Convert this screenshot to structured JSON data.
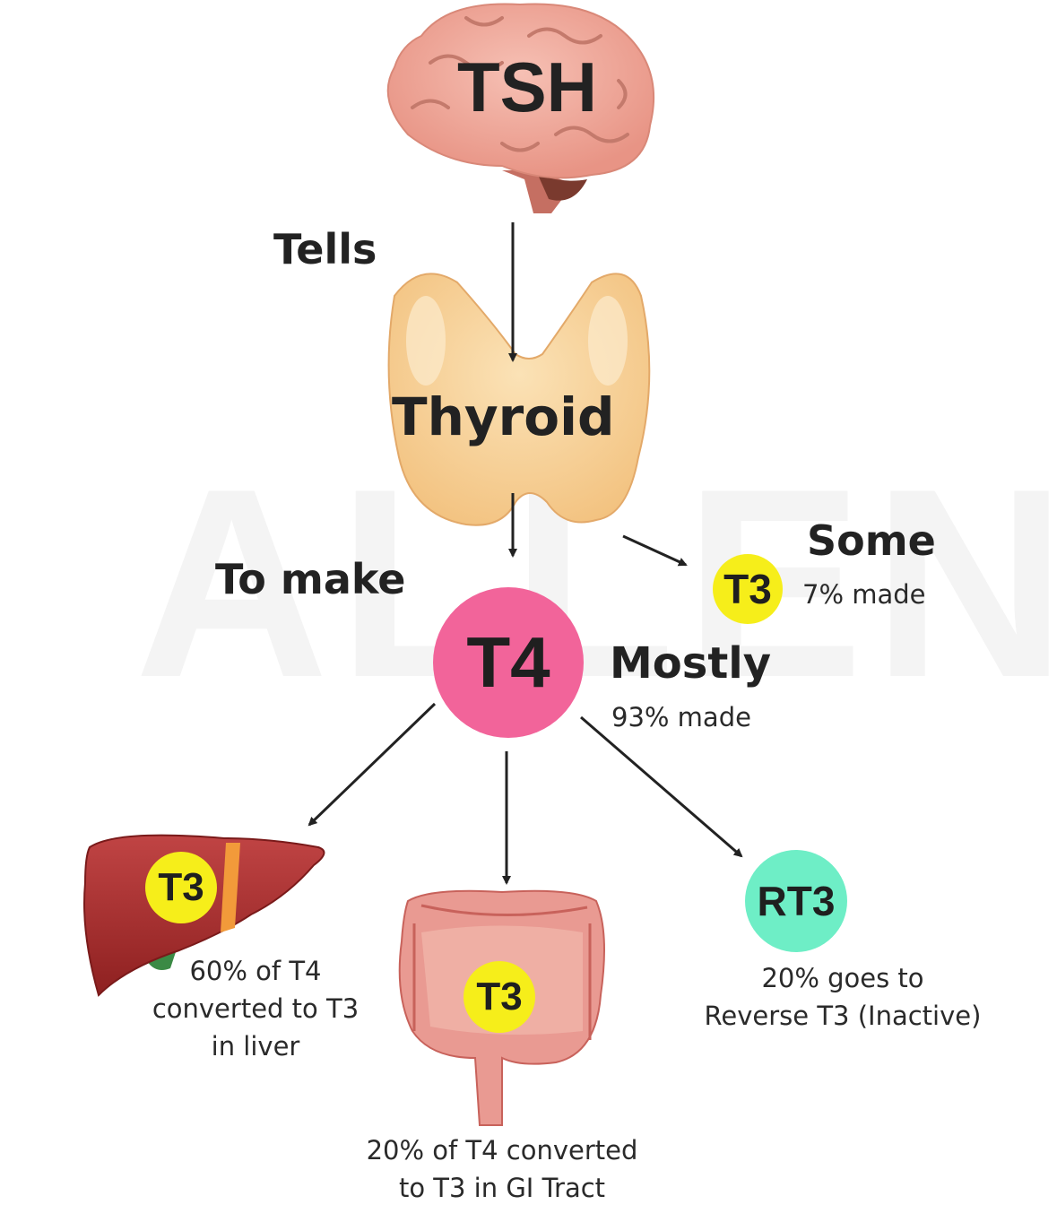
{
  "watermark": "ALLEN",
  "colors": {
    "t4": "#f2649a",
    "t3": "#f6ee1a",
    "rt3": "#6eeec6",
    "brain": "#eea497",
    "thyroid": "#f5c98a",
    "liver": "#a52c2c",
    "intestine": "#e58b84",
    "arrow": "#222222"
  },
  "nodes": {
    "tsh": "TSH",
    "thyroid": "Thyroid",
    "t4": "T4",
    "t3_direct": "T3",
    "t3_liver": "T3",
    "t3_gi": "T3",
    "rt3": "RT3"
  },
  "labels": {
    "tells": "Tells",
    "to_make": "To make",
    "some": "Some",
    "some_pct": "7% made",
    "mostly": "Mostly",
    "mostly_pct": "93% made",
    "liver_line1": "60% of T4",
    "liver_line2": "converted to T3",
    "liver_line3": "in liver",
    "gi_line1": "20% of T4 converted",
    "gi_line2": "to T3 in GI Tract",
    "rt3_line1": "20% goes to",
    "rt3_line2": "Reverse T3 (Inactive)"
  },
  "icons": [
    "brain-icon",
    "thyroid-icon",
    "liver-icon",
    "intestine-icon"
  ]
}
